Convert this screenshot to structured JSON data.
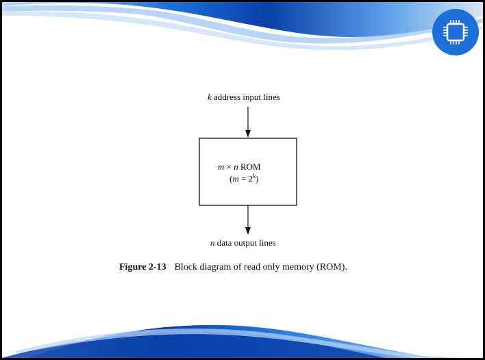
{
  "diagram": {
    "input_label_var": "k",
    "input_label_text": "address input lines",
    "rom_var_m": "m",
    "rom_times": "×",
    "rom_var_n": "n",
    "rom_text": "ROM",
    "rom_eq_open": "(",
    "rom_eq_var_m": "m",
    "rom_eq_mid": "= 2",
    "rom_eq_exp": "k",
    "rom_eq_close": ")",
    "output_label_var": "n",
    "output_label_text": "data output lines"
  },
  "caption": {
    "number": "Figure 2-13",
    "text": "Block diagram of read only memory (ROM)."
  },
  "decor": {
    "badge_icon": "cpu-chip-icon",
    "accent": "#1e6fd9",
    "accent_dark": "#0a3fa8",
    "accent_light": "#7fb3f0"
  }
}
